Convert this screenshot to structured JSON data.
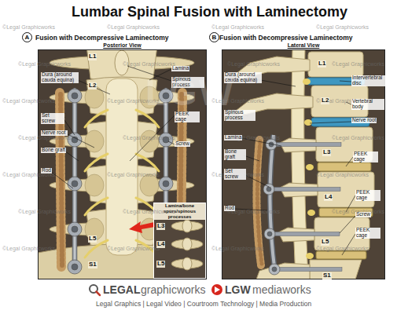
{
  "diagram": {
    "title": "Lumbar Spinal Fusion with Laminectomy",
    "nodes": [
      {
        "text": [
          "A"
        ]
      },
      {
        "text": [
          "Fusion with Decompressive Laminectomy",
          "Posterior View"
        ]
      },
      {
        "text": [
          "Lamina/bone spurs/spinous processes"
        ],
        "in": 1
      },
      {
        "text": [
          "B"
        ]
      },
      {
        "text": [
          "Fusion with Decompressive Laminectomy",
          "Lateral View"
        ]
      }
    ],
    "labels": [
      "L1",
      "L2",
      "L5",
      "S1",
      "Dura (around cauda equina)",
      "Set screw",
      "Nerve root",
      "Bone graft",
      "Rod",
      "Lamina",
      "Spinous process",
      "PEEK cage",
      "Screw",
      "L3",
      "L4",
      "L5",
      "L1",
      "L2",
      "L3",
      "L4",
      "L5",
      "S1",
      "Dura (around cauda equina)",
      "Spinous process",
      "Lamina",
      "Bone graft",
      "Set screw",
      "Rod",
      "Intervertebral disc",
      "Vertebral body",
      "Nerve root",
      "PEEK cage",
      "PEEK cage",
      "Screw",
      "PEEK cage",
      "LEGAL",
      "graphicworks",
      "LGW",
      "mediaworks",
      "Legal Graphics | Legal Video | Courtroom Technology | Media Production",
      "LGW",
      "©Legal Graphicworks",
      "©Legal Graphicworks",
      "©Legal Graphicworks",
      "©Legal Graphicworks",
      "©Legal Graphicworks",
      "©Legal Graphicworks",
      "©Legal Graphicworks",
      "©Legal Graphicworks",
      "©Legal Graphicworks",
      "©Legal Graphicworks",
      "©Legal Graphicworks",
      "©Legal Graphicworks",
      "©Legal Graphicworks",
      "©Legal Graphicworks",
      "©Legal Graphicworks",
      "©Legal Graphicworks",
      "©Legal Graphicworks",
      "©Legal Graphicworks",
      "©Legal Graphicworks",
      "©Legal Graphicworks",
      "©Legal Graphicworks",
      "©Legal Graphicworks",
      "©Legal Graphicworks",
      "©Legal Graphicworks",
      "©Legal Graphicworks",
      "©Legal Graphicworks",
      "©Legal Graphicworks",
      "©Legal Graphicworks"
    ]
  }
}
